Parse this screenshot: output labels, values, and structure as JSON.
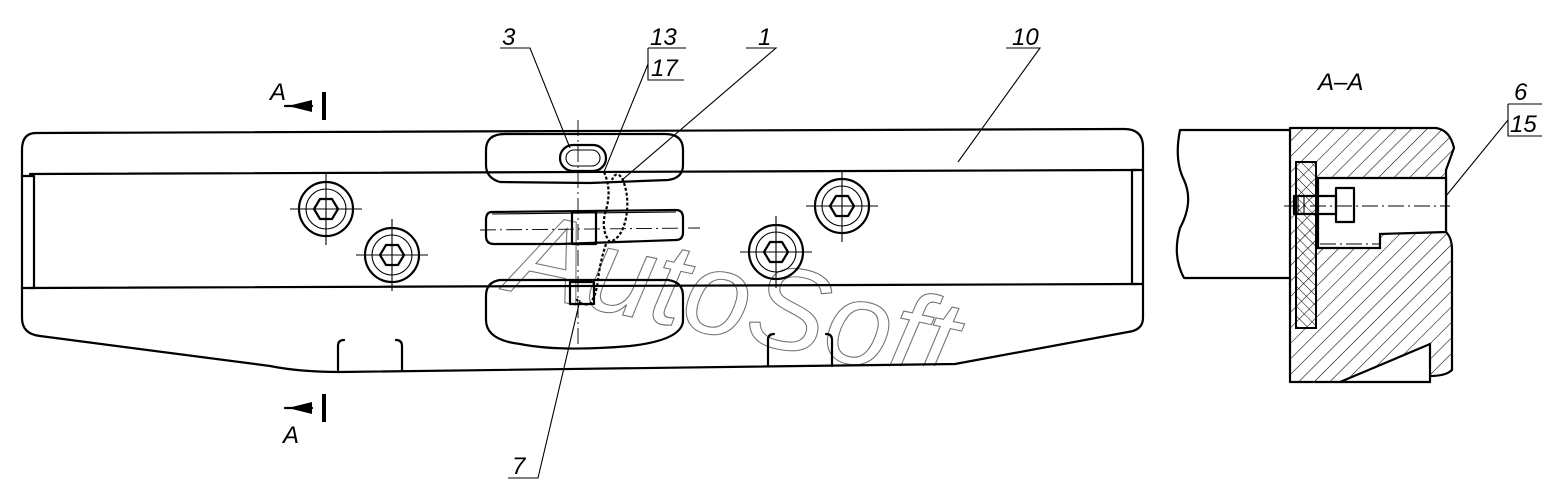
{
  "section_title": "A–A",
  "section_marker": "A",
  "watermark": "AutoSoft",
  "callouts": {
    "c3": "3",
    "c13": "13",
    "c17": "17",
    "c1": "1",
    "c10": "10",
    "c7": "7",
    "c6": "6",
    "c15": "15"
  }
}
